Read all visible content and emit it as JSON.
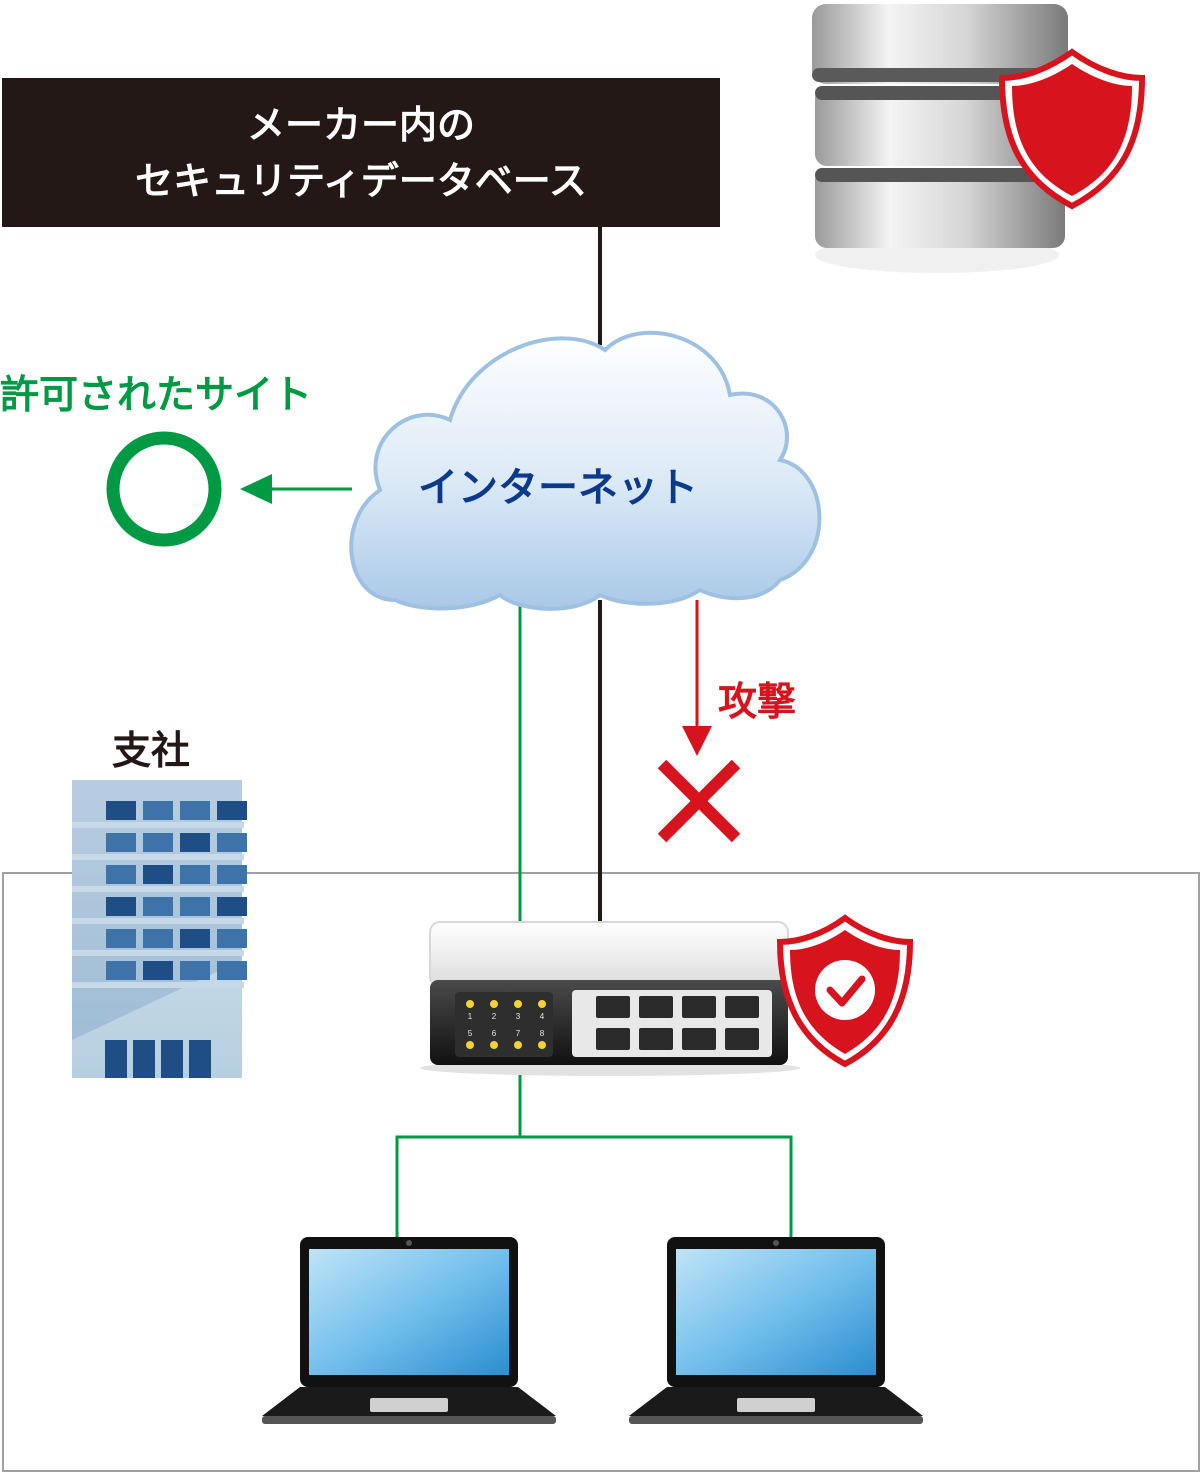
{
  "database": {
    "line1": "メーカー内の",
    "line2": "セキュリティデータベース"
  },
  "allowed_site": {
    "label": "許可されたサイト",
    "mark": "circle-ok-icon"
  },
  "internet": {
    "label": "インターネット"
  },
  "attack": {
    "label": "攻撃",
    "mark": "cross-blocked-icon"
  },
  "branch_office": {
    "label": "支社"
  },
  "router": {
    "led_numbers": [
      "1",
      "2",
      "3",
      "4",
      "5",
      "6",
      "7",
      "8"
    ],
    "port_count": 8
  },
  "colors": {
    "allowed": "#009944",
    "attack": "#d7141e",
    "internet_text": "#0b3a8c",
    "database_box": "#231815",
    "shield": "#d7141e"
  }
}
